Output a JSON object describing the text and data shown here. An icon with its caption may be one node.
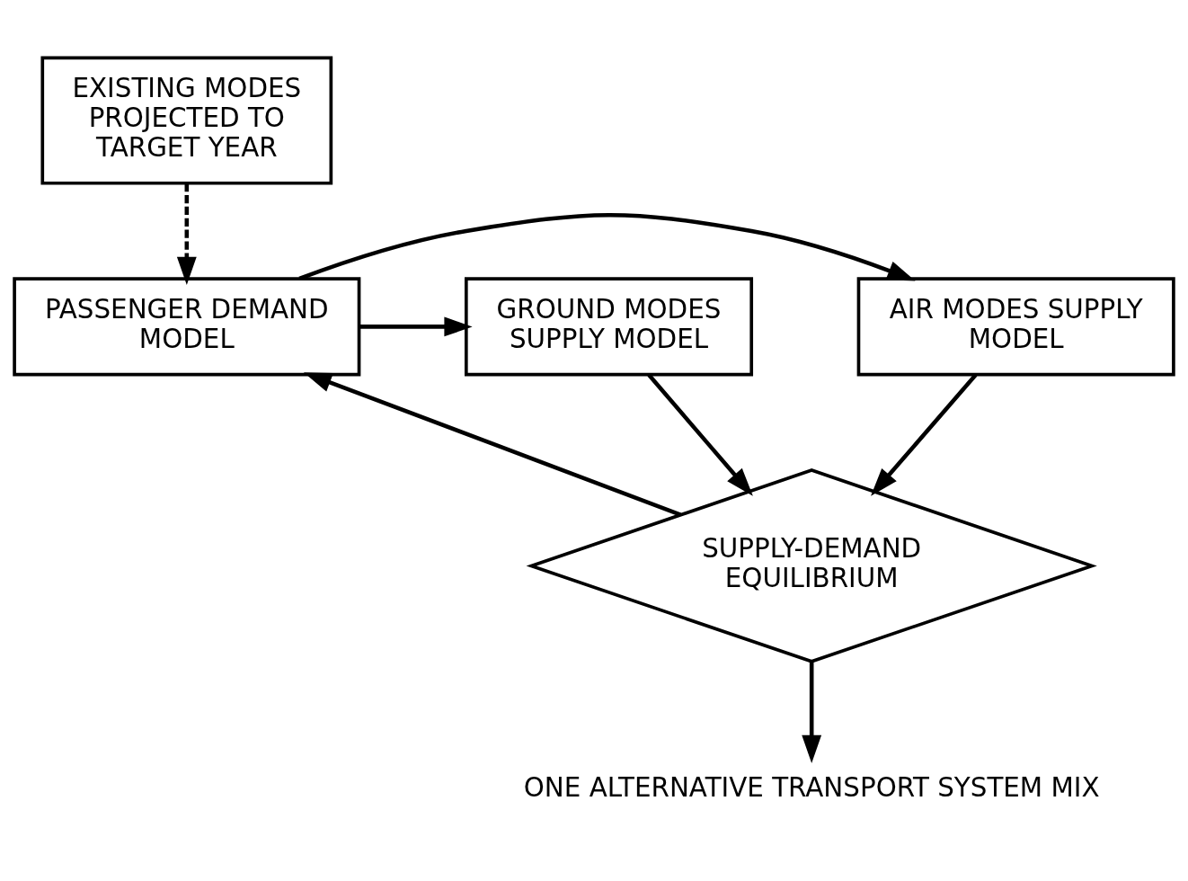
{
  "diagram": {
    "nodes": [
      {
        "text": [
          "EXISTING MODES PROJECTED TO TARGET YEAR"
        ]
      },
      {
        "text": [
          "AIR MODES SUPPLY MODEL"
        ]
      },
      {
        "text": [
          "PASSENGER DEMAND MODEL"
        ]
      },
      {
        "text": [
          "GROUND MODES SUPPLY MODEL"
        ]
      },
      {
        "text": [
          "SUPPLY-DEMAND EQUILIBRIUM"
        ]
      },
      {
        "text": [
          "ONE ALTERNATIVE TRANSPORT SYSTEM MIX"
        ]
      }
    ],
    "edges": [
      {
        "from": 0,
        "to": 2,
        "arrow": "to",
        "style": "dashed"
      },
      {
        "from": 2,
        "to": 1,
        "arrow": "to"
      },
      {
        "from": 2,
        "to": 3,
        "arrow": "to"
      },
      {
        "from": 1,
        "to": 4,
        "arrow": "to"
      },
      {
        "from": 3,
        "to": 4,
        "arrow": "to"
      },
      {
        "from": 4,
        "to": 2,
        "arrow": "to"
      },
      {
        "from": 4,
        "to": 5,
        "arrow": "to"
      }
    ]
  }
}
